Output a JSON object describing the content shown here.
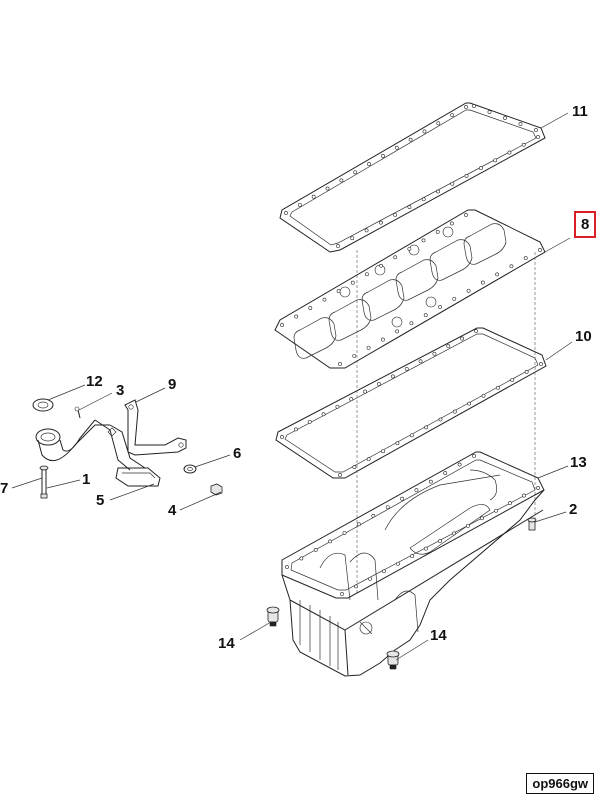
{
  "diagram": {
    "reference_code": "op966gw",
    "highlighted_callout": "8",
    "highlight_color": "#d91f26",
    "callouts": [
      {
        "id": "11",
        "text": "11"
      },
      {
        "id": "8",
        "text": "8"
      },
      {
        "id": "10",
        "text": "10"
      },
      {
        "id": "12",
        "text": "12"
      },
      {
        "id": "3",
        "text": "3"
      },
      {
        "id": "9",
        "text": "9"
      },
      {
        "id": "6",
        "text": "6"
      },
      {
        "id": "7",
        "text": "7"
      },
      {
        "id": "1",
        "text": "1"
      },
      {
        "id": "5",
        "text": "5"
      },
      {
        "id": "4",
        "text": "4"
      },
      {
        "id": "13",
        "text": "13"
      },
      {
        "id": "2",
        "text": "2"
      },
      {
        "id": "14a",
        "text": "14"
      },
      {
        "id": "14b",
        "text": "14"
      }
    ]
  }
}
